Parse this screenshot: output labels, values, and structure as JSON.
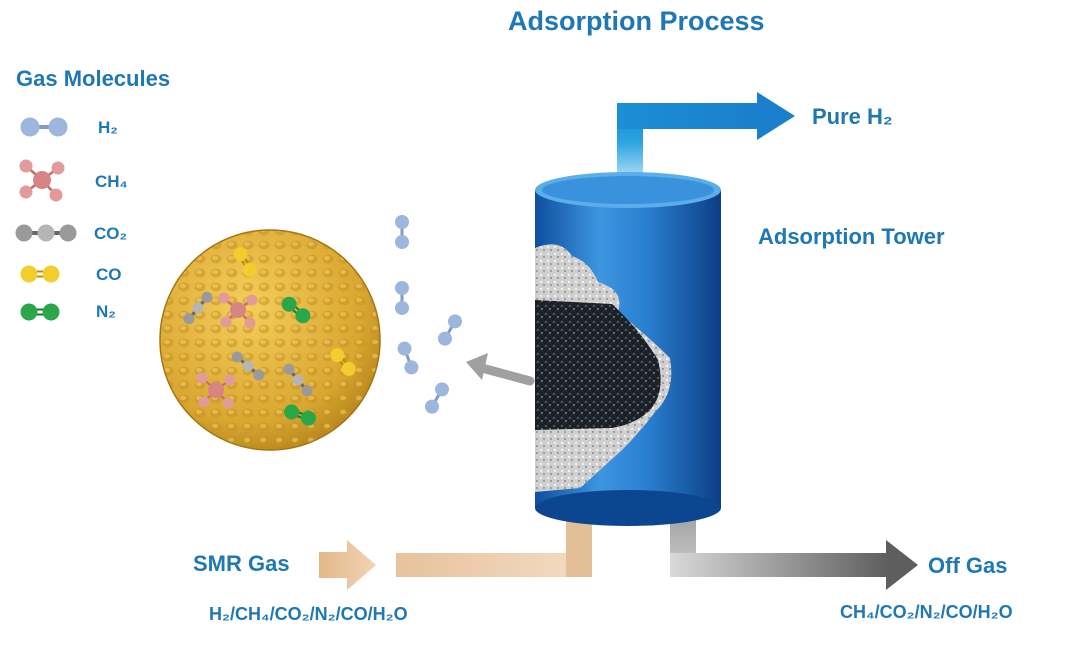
{
  "diagram": {
    "title": "Adsorption Process",
    "legend": {
      "heading": "Gas Molecules",
      "items": [
        {
          "label": "H₂",
          "icon": "h2-molecule-icon",
          "color": "#9db6de"
        },
        {
          "label": "CH₄",
          "icon": "ch4-molecule-icon",
          "color": "#e29a9a"
        },
        {
          "label": "CO₂",
          "icon": "co2-molecule-icon",
          "color": "#9a9a9a"
        },
        {
          "label": "CO",
          "icon": "co-molecule-icon",
          "color": "#f2cd2e"
        },
        {
          "label": "N₂",
          "icon": "n2-molecule-icon",
          "color": "#2aa849"
        }
      ]
    },
    "output_pure": "Pure H₂",
    "tower_label": "Adsorption Tower",
    "input_label": "SMR Gas",
    "input_composition": "H₂/CH₄/CO₂/N₂/CO/H₂O",
    "output_off": "Off Gas",
    "off_composition": "CH₄/CO₂/N₂/CO/H₂O",
    "colors": {
      "text": "#1f78b4",
      "tower": "#2f7fd2",
      "pure_arrow": "#29a0e0",
      "feed_arrow": "#e6c3a0",
      "off_arrow": "#7a7a7a",
      "adsorbent": "#e0b03e"
    }
  }
}
